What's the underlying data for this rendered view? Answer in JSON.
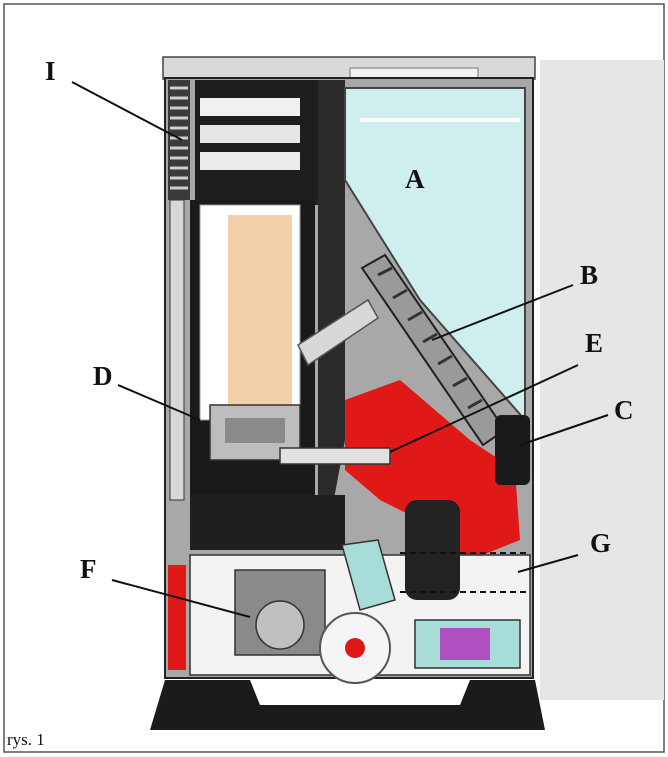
{
  "figure": {
    "caption": "rys. 1",
    "labels": {
      "I": "I",
      "A": "A",
      "B": "B",
      "E": "E",
      "D": "D",
      "C": "C",
      "F": "F",
      "G": "G"
    }
  },
  "colors": {
    "background": "#ffffff",
    "frame": "#555555",
    "body_gray": "#9a9a9a",
    "dark": "#1b1b1b",
    "hopper": "#cfeeee",
    "firebox_panel": "#f4d0aa",
    "insulation_red": "#e01818",
    "teal_part": "#a8dcd8",
    "purple_part": "#b050c0"
  }
}
